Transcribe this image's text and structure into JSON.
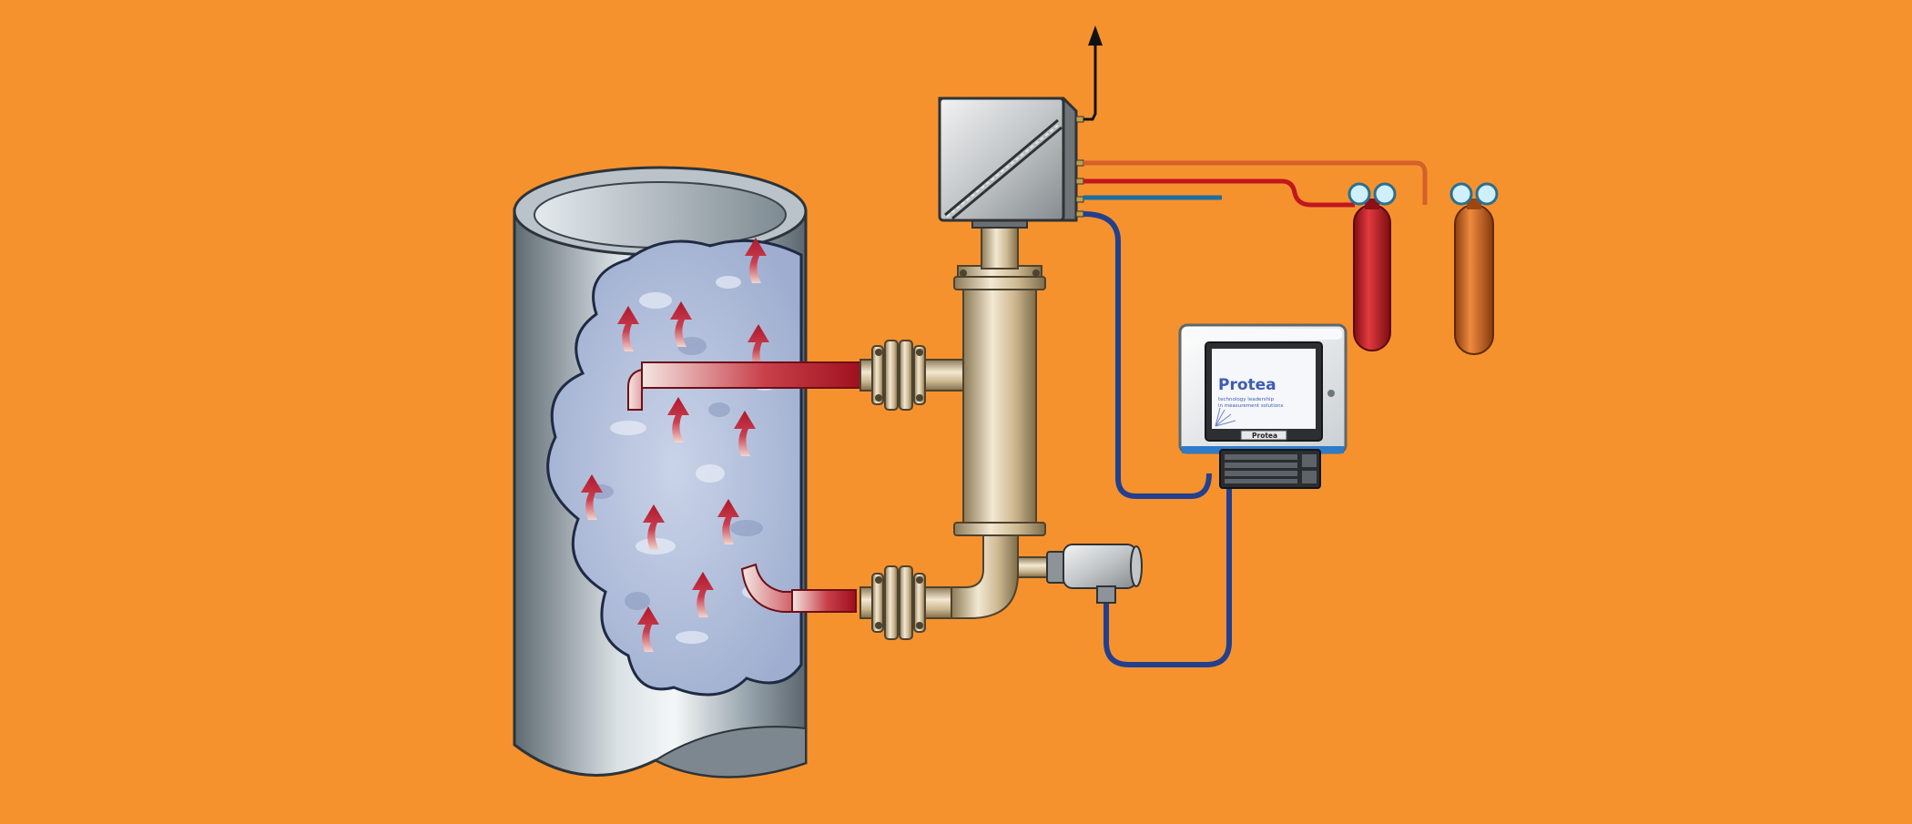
{
  "diagram": {
    "background_color": "#F6922E",
    "colors": {
      "pipe_steel": "#A9B4BC",
      "fluid_blue": "#B7C4DE",
      "flow_arrow": "#B0172B",
      "brass": "#C9B48E",
      "cylinder_red": "#C8202A",
      "cylinder_orange": "#D86A1E",
      "cable_blue": "#23408F",
      "screen_accent": "#3E5BB5"
    },
    "icons": [
      "exhaust-arrow-icon",
      "gas-regulator-icon",
      "flow-arrow-icon"
    ],
    "controller": {
      "brand": "Protea",
      "screen_title": "Protea",
      "tagline_1": "technology leadership",
      "tagline_2": "in measurement solutions",
      "label_plate": "Protea"
    }
  }
}
